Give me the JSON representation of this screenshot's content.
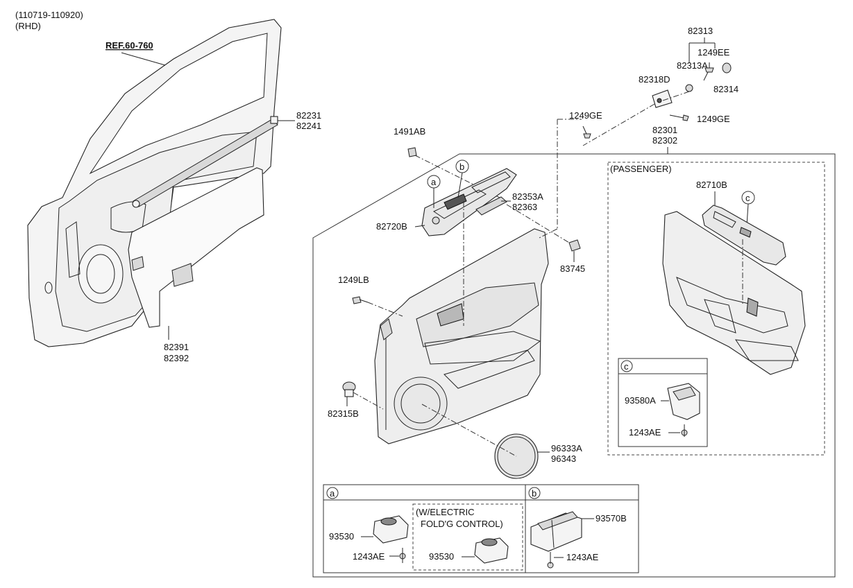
{
  "header": {
    "date_range": "(110719-110920)",
    "side": "(RHD)"
  },
  "ref": "REF.60-760",
  "labels": {
    "p82313": "82313",
    "p1249EE": "1249EE",
    "p82313A": "82313A",
    "p82318D": "82318D",
    "p82314": "82314",
    "p1249GE_a": "1249GE",
    "p1249GE_b": "1249GE",
    "p82301": "82301",
    "p82302": "82302",
    "p82231": "82231",
    "p82241": "82241",
    "p1491AB": "1491AB",
    "p82353A": "82353A",
    "p82363": "82363",
    "p82720B": "82720B",
    "p83745": "83745",
    "p1249LB": "1249LB",
    "p82391": "82391",
    "p82392": "82392",
    "p82315B": "82315B",
    "p96333A": "96333A",
    "p96343": "96343",
    "passenger": "(PASSENGER)",
    "p82710B": "82710B",
    "p93580A": "93580A",
    "p1243AE_c": "1243AE",
    "p93530_1": "93530",
    "p1243AE_a": "1243AE",
    "w_electric_1": "(W/ELECTRIC",
    "w_electric_2": "FOLD'G CONTROL)",
    "p93530_2": "93530",
    "p93570B": "93570B",
    "p1243AE_b": "1243AE"
  },
  "callouts": {
    "a": "a",
    "b": "b",
    "c": "c"
  }
}
